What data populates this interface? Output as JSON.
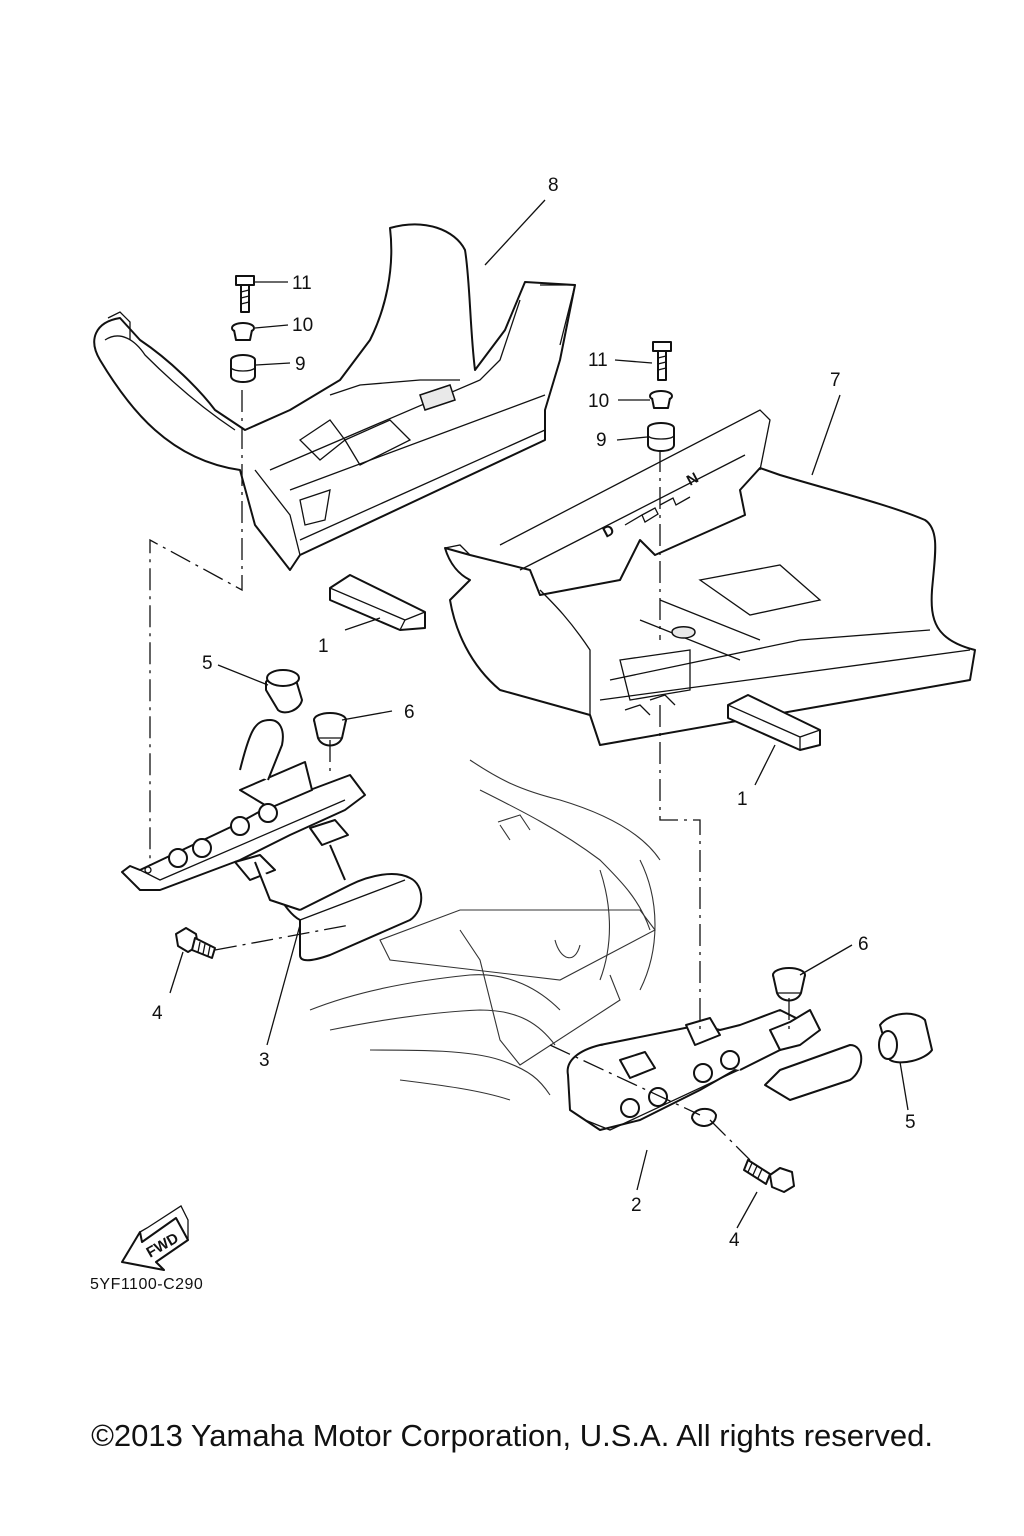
{
  "callouts": {
    "c1a": "1",
    "c1b": "1",
    "c2": "2",
    "c3": "3",
    "c4a": "4",
    "c4b": "4",
    "c5a": "5",
    "c5b": "5",
    "c6a": "6",
    "c6b": "6",
    "c7": "7",
    "c8": "8",
    "c9a": "9",
    "c9b": "9",
    "c10a": "10",
    "c10b": "10",
    "c11a": "11",
    "c11b": "11"
  },
  "shift_marks": {
    "d": "D",
    "n": "N"
  },
  "fwd_label": "FWD",
  "part_code": "5YF1100-C290",
  "copyright": "©2013 Yamaha Motor Corporation, U.S.A. All rights reserved."
}
